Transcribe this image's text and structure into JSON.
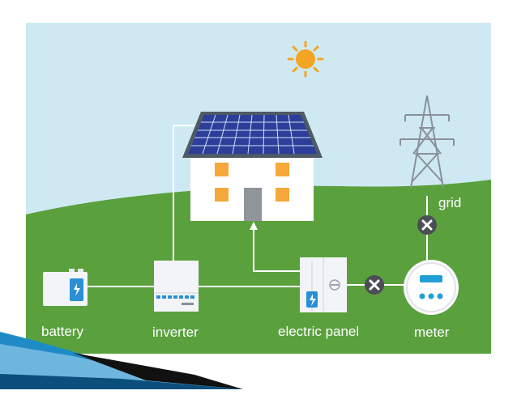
{
  "diagram": {
    "labels": {
      "battery": "battery",
      "inverter": "inverter",
      "electric_panel": "electric panel",
      "meter": "meter",
      "grid": "grid"
    },
    "colors": {
      "sky": "#cfe9f2",
      "ground": "#5aa13e",
      "panel": "#2d3e9a",
      "roof": "#4e5a66",
      "window": "#f4a93a",
      "wire": "#ffffff",
      "sun": "#f5a524",
      "switch": "#4a4f55",
      "meter_accent": "#1f9fd6",
      "slide_accent": "#1e8bc6"
    },
    "icons": [
      "sun-icon",
      "solar-panel-icon",
      "house-icon",
      "transmission-tower-icon",
      "battery-icon",
      "inverter-icon",
      "electric-panel-icon",
      "meter-icon",
      "switch-x-icon"
    ]
  }
}
